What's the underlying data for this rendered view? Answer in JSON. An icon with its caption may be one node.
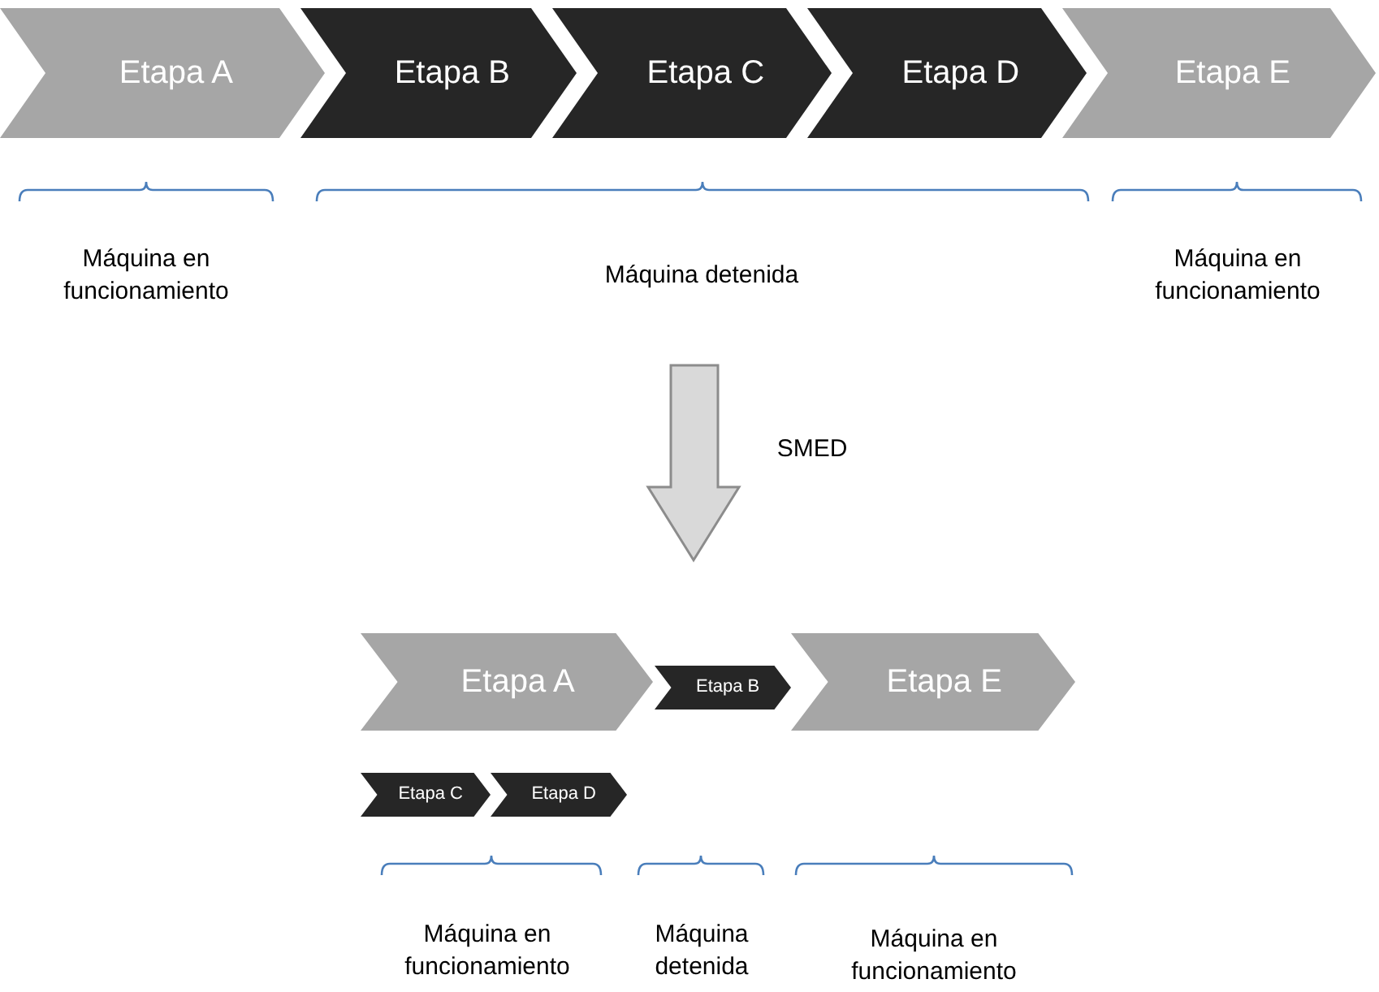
{
  "diagram": {
    "nodes": [
      {
        "text": [
          "Etapa A"
        ]
      },
      {
        "text": [
          "Etapa B"
        ]
      },
      {
        "text": [
          "Etapa C"
        ]
      },
      {
        "text": [
          "Etapa D"
        ]
      },
      {
        "text": [
          "Etapa E"
        ]
      },
      {
        "text": [
          "Etapa A"
        ]
      },
      {
        "text": [
          "Etapa B"
        ]
      },
      {
        "text": [
          "Etapa E"
        ]
      },
      {
        "text": [
          "Etapa C"
        ]
      },
      {
        "text": [
          "Etapa D"
        ]
      }
    ],
    "labels": [
      "Máquina en funcionamiento",
      "Máquina detenida",
      "Máquina en funcionamiento",
      "SMED",
      "Máquina en funcionamiento",
      "Máquina detenida",
      "Máquina en funcionamiento"
    ]
  }
}
